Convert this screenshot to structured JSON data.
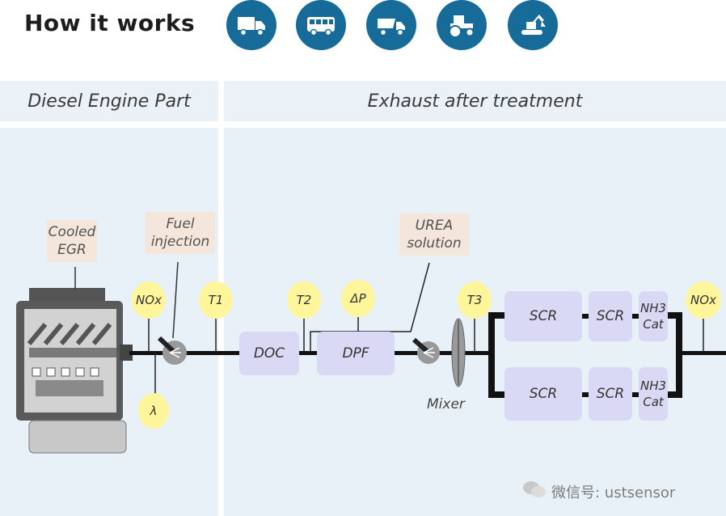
{
  "header": {
    "title": "How it works",
    "vehicle_icons": [
      "truck-icon",
      "bus-icon",
      "dump-truck-icon",
      "tractor-icon",
      "excavator-icon"
    ]
  },
  "panels": {
    "engine_title": "Diesel Engine Part",
    "aftertreatment_title": "Exhaust after treatment"
  },
  "labels": {
    "cooled_egr": [
      "Cooled",
      "EGR"
    ],
    "fuel_injection": [
      "Fuel",
      "injection"
    ],
    "urea_solution": [
      "UREA",
      "solution"
    ],
    "mixer": "Mixer"
  },
  "sensors": {
    "nox_in": "NOx",
    "lambda": "λ",
    "t1": "T1",
    "t2": "T2",
    "dp": "ΔP",
    "t3": "T3",
    "nox_out": "NOx"
  },
  "components": {
    "doc": "DOC",
    "dpf": "DPF",
    "scr_top_1": "SCR",
    "scr_top_2": "SCR",
    "nh3_top": [
      "NH3",
      "Cat"
    ],
    "scr_bottom_1": "SCR",
    "scr_bottom_2": "SCR",
    "nh3_bottom": [
      "NH3",
      "Cat"
    ]
  },
  "watermark": "微信号: ustsensor",
  "colors": {
    "icon_circle": "#176b99",
    "panel_bg": "#e9f1f8",
    "label_bg": "#f5e6dc",
    "sensor_bg": "#fff59a",
    "component_bg": "#d9d9f5",
    "pipe": "#111111"
  }
}
